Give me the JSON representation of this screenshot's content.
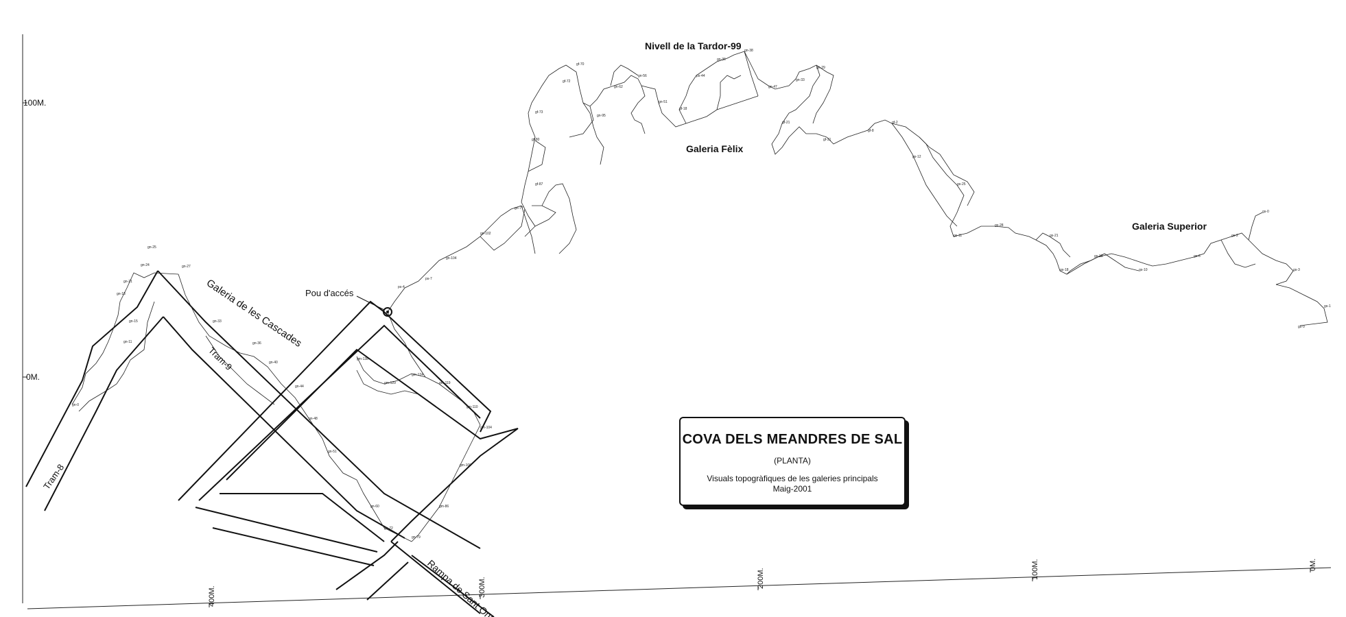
{
  "labels": {
    "level": "Nivell de la Tardor-99",
    "gal_felix": "Galeria Fèlix",
    "gal_superior": "Galeria Superior",
    "gal_cascades": "Galeria de les Cascades",
    "pou": "Pou d'accés",
    "tram8": "Tram-8",
    "tram9": "Tram-9",
    "rampa": "Rampa de Sant Onofre"
  },
  "scale": {
    "y100": "100M.",
    "y0": "0M.",
    "x400": "400M.",
    "x300": "300M.",
    "x200": "200M.",
    "x100": "100M.",
    "x0": "0M."
  },
  "title_box": {
    "title": "COVA DELS MEANDRES DE SAL",
    "subtitle": "(PLANTA)",
    "description": "Visuals topogràfiques de les galeries principals",
    "date": "Maig-2001"
  }
}
